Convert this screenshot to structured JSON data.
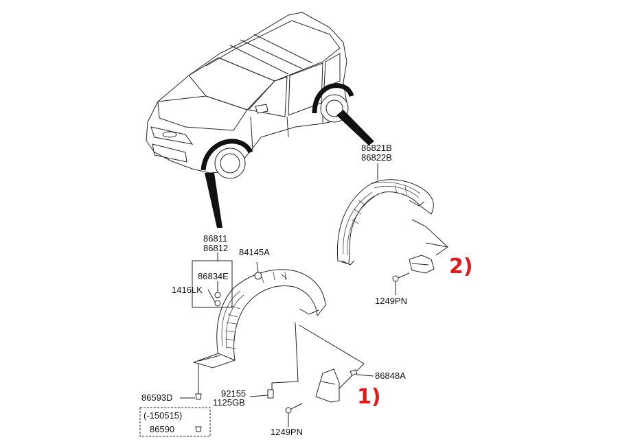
{
  "labels": {
    "rear_liner_a": "86821B",
    "rear_liner_b": "86822B",
    "front_liner_a": "86811",
    "front_liner_b": "86812",
    "nut_86834E": "86834E",
    "clip_1416LK": "1416LK",
    "nut_84145A": "84145A",
    "bolt_92155": "92155",
    "bolt_1125GB": "1125GB",
    "screw_86593D": "86593D",
    "date_range": "(-150515)",
    "clip_86590": "86590",
    "screw_1249PN_front": "1249PN",
    "screw_1249PN_rear": "1249PN",
    "flap_clip_86848A": "86848A",
    "callout_front": "1)",
    "callout_rear": "2)"
  },
  "colors": {
    "callout": "#e01b1b",
    "line": "#222222"
  }
}
